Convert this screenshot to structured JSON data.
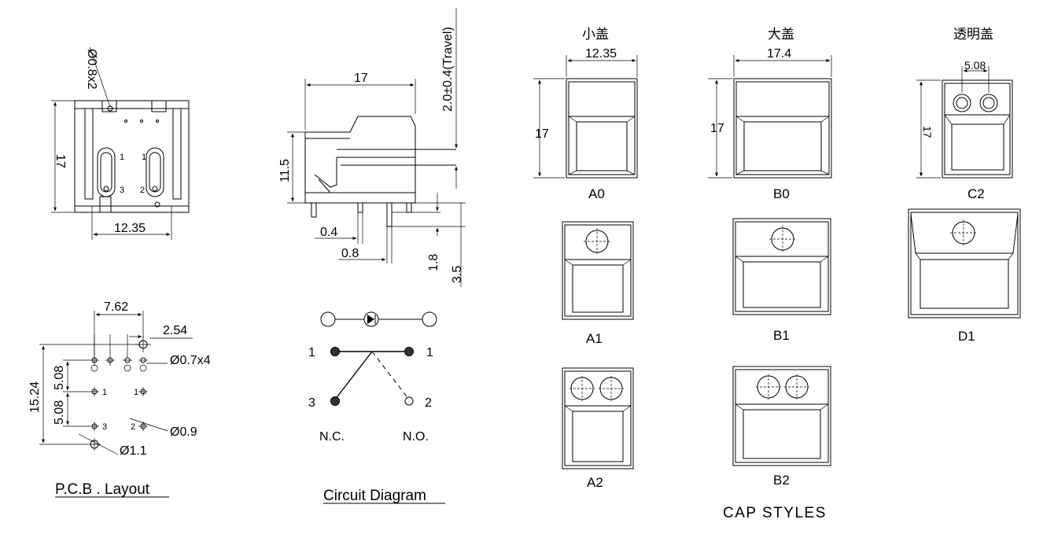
{
  "top_view": {
    "pin_note": "Ø0.8x2",
    "height": "17",
    "width": "12.35",
    "pins": [
      "1",
      "1",
      "3",
      "2"
    ]
  },
  "side_view": {
    "width": "17",
    "height": "11.5",
    "travel": "2.0±0.4(Travel)",
    "pin_w1": "0.4",
    "pin_w2": "0.8",
    "pin_len1": "1.8",
    "pin_len2": "3.5"
  },
  "pcb": {
    "title": "P.C.B . Layout",
    "pitch": "7.62",
    "offset": "2.54",
    "row1": "5.08",
    "row2": "5.08",
    "total": "15.24",
    "hole_a": "Ø0.7x4",
    "hole_b": "Ø0.9",
    "hole_c": "Ø1.1",
    "pins": [
      "1",
      "1",
      "3",
      "2"
    ]
  },
  "circuit": {
    "title": "Circuit Diagram",
    "left_top": "1",
    "right_top": "1",
    "left_bottom": "3",
    "right_bottom": "2",
    "nc": "N.C.",
    "no": "N.O."
  },
  "caps": {
    "title": "CAP STYLES",
    "small_cap": "小盖",
    "large_cap": "大盖",
    "clear_cap": "透明盖",
    "small_width": "12.35",
    "large_width": "17.4",
    "clear_width": "5.08",
    "small_height": "17",
    "large_height": "17",
    "clear_height": "17",
    "labels": {
      "a0": "A0",
      "b0": "B0",
      "c2": "C2",
      "a1": "A1",
      "b1": "B1",
      "d1": "D1",
      "a2": "A2",
      "b2": "B2"
    }
  }
}
